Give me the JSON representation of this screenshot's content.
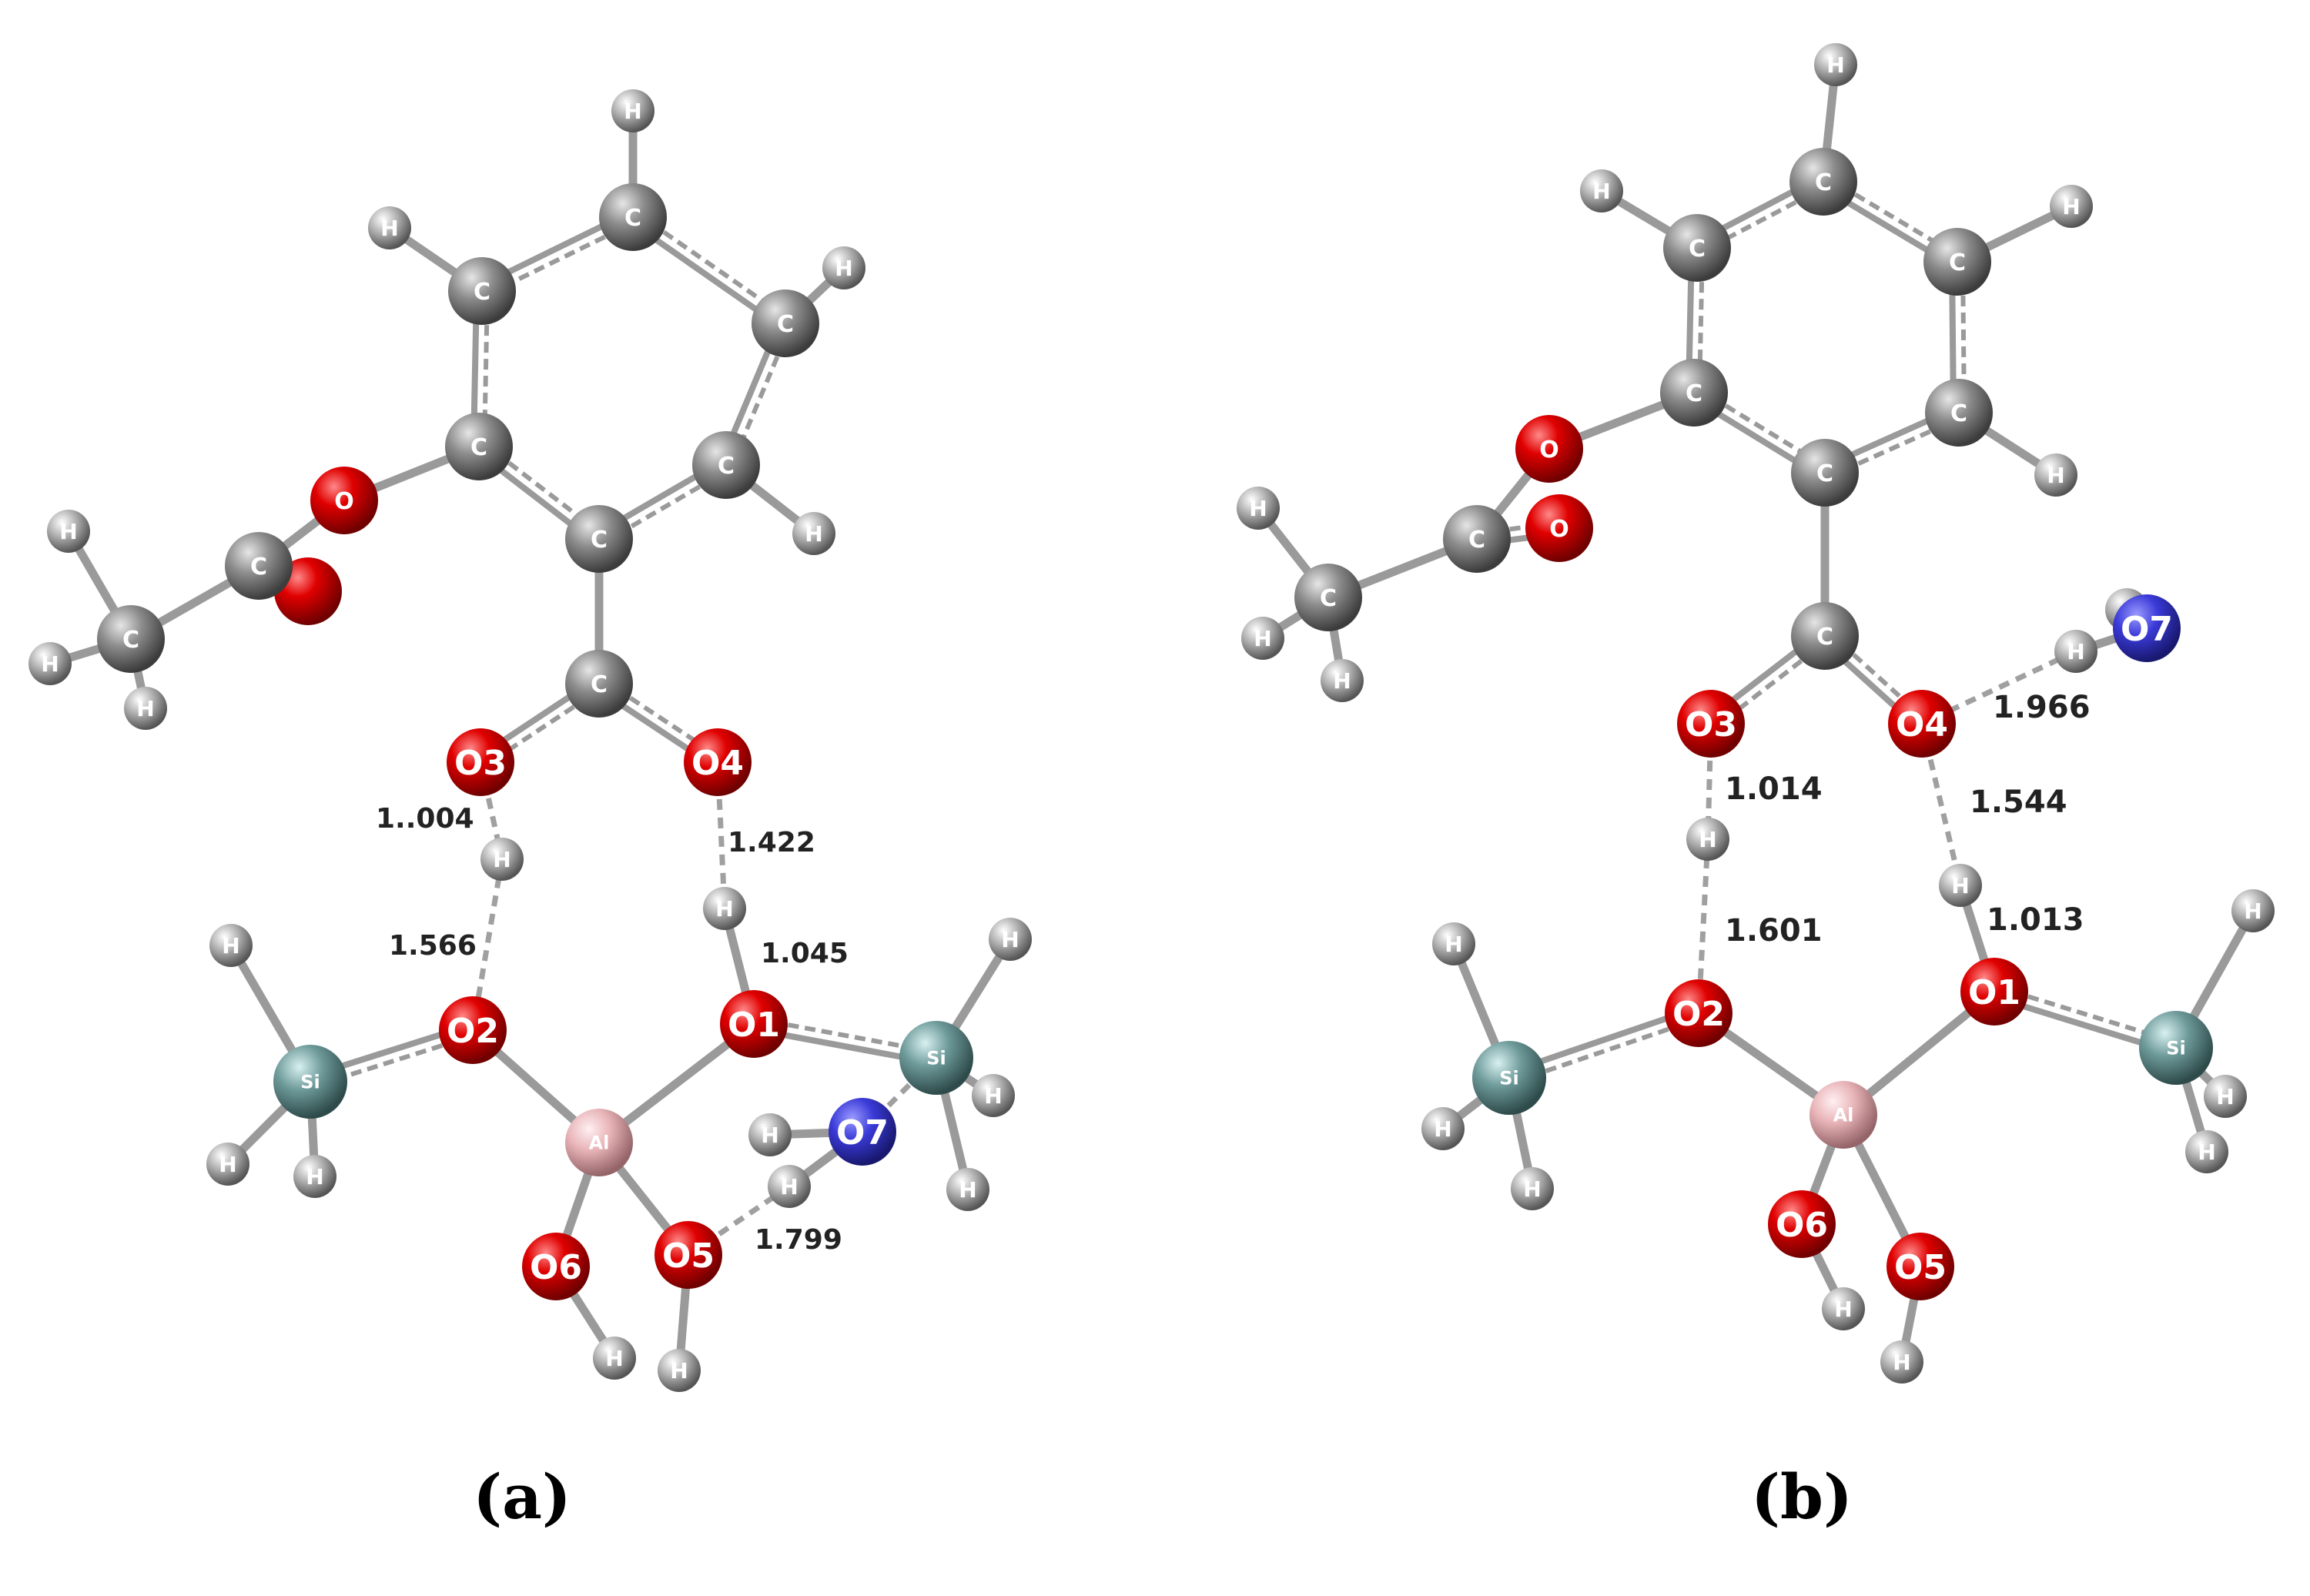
{
  "colors": {
    "background": "#ffffff",
    "carbon": "#8c8c8c",
    "hydrogen": "#c8c8c8",
    "oxygen": "#e00000",
    "oxygen_water": "#3a3ad8",
    "silicon": "#6e9a9a",
    "aluminum": "#e8b4b8",
    "bond": "#9a9a9a",
    "hbond": "#a0a0a0"
  },
  "panels": [
    {
      "id": "a",
      "label": "(a)",
      "atoms": [
        {
          "id": "c1",
          "el": "C",
          "label": "C"
        },
        {
          "id": "c2",
          "el": "C",
          "label": "C"
        },
        {
          "id": "c3",
          "el": "C",
          "label": "C"
        },
        {
          "id": "c4",
          "el": "C",
          "label": "C"
        },
        {
          "id": "c5",
          "el": "C",
          "label": "C"
        },
        {
          "id": "c6",
          "el": "C",
          "label": "C"
        },
        {
          "id": "c7",
          "el": "C",
          "label": "C"
        },
        {
          "id": "oe",
          "el": "O",
          "label": "O"
        },
        {
          "id": "ca",
          "el": "C",
          "label": "C"
        },
        {
          "id": "oc",
          "el": "O",
          "label": ""
        },
        {
          "id": "cm",
          "el": "C",
          "label": "C"
        },
        {
          "id": "hm1",
          "el": "H",
          "label": "H"
        },
        {
          "id": "hm2",
          "el": "H",
          "label": "H"
        },
        {
          "id": "hm3",
          "el": "H",
          "label": "H"
        },
        {
          "id": "h1",
          "el": "H",
          "label": "H"
        },
        {
          "id": "h2",
          "el": "H",
          "label": "H"
        },
        {
          "id": "h3",
          "el": "H",
          "label": "H"
        },
        {
          "id": "h4",
          "el": "H",
          "label": "H"
        },
        {
          "id": "o3",
          "el": "O",
          "label": "O3"
        },
        {
          "id": "o4",
          "el": "O",
          "label": "O4"
        },
        {
          "id": "ha",
          "el": "H",
          "label": "H"
        },
        {
          "id": "hb",
          "el": "H",
          "label": "H"
        },
        {
          "id": "o2",
          "el": "O",
          "label": "O2"
        },
        {
          "id": "o1",
          "el": "O",
          "label": "O1"
        },
        {
          "id": "al",
          "el": "Al",
          "label": "Al"
        },
        {
          "id": "si1",
          "el": "Si",
          "label": "Si"
        },
        {
          "id": "si2",
          "el": "Si",
          "label": "Si"
        },
        {
          "id": "hs1",
          "el": "H",
          "label": "H"
        },
        {
          "id": "hs2",
          "el": "H",
          "label": "H"
        },
        {
          "id": "hs3",
          "el": "H",
          "label": "H"
        },
        {
          "id": "hs4",
          "el": "H",
          "label": "H"
        },
        {
          "id": "hs5",
          "el": "H",
          "label": "H"
        },
        {
          "id": "hs6",
          "el": "H",
          "label": "H"
        },
        {
          "id": "o7",
          "el": "Ow",
          "label": "O7"
        },
        {
          "id": "hw1",
          "el": "H",
          "label": "H"
        },
        {
          "id": "hw2",
          "el": "H",
          "label": "H"
        },
        {
          "id": "o6",
          "el": "O",
          "label": "O6"
        },
        {
          "id": "o5",
          "el": "O",
          "label": "O5"
        },
        {
          "id": "h6",
          "el": "H",
          "label": "H"
        },
        {
          "id": "h5",
          "el": "H",
          "label": "H"
        }
      ],
      "distances": [
        "1..004",
        "1.566",
        "1.422",
        "1.045",
        "1.799"
      ]
    },
    {
      "id": "b",
      "label": "(b)",
      "atoms": [
        {
          "id": "c1",
          "el": "C",
          "label": "C"
        },
        {
          "id": "c2",
          "el": "C",
          "label": "C"
        },
        {
          "id": "c3",
          "el": "C",
          "label": "C"
        },
        {
          "id": "c4",
          "el": "C",
          "label": "C"
        },
        {
          "id": "c5",
          "el": "C",
          "label": "C"
        },
        {
          "id": "c6",
          "el": "C",
          "label": "C"
        },
        {
          "id": "c7",
          "el": "C",
          "label": "C"
        },
        {
          "id": "oe",
          "el": "O",
          "label": "O"
        },
        {
          "id": "oc",
          "el": "O",
          "label": "O"
        },
        {
          "id": "ca",
          "el": "C",
          "label": "C"
        },
        {
          "id": "cm",
          "el": "C",
          "label": "C"
        },
        {
          "id": "hm1",
          "el": "H",
          "label": "H"
        },
        {
          "id": "hm2",
          "el": "H",
          "label": "H"
        },
        {
          "id": "hm3",
          "el": "H",
          "label": "H"
        },
        {
          "id": "h1",
          "el": "H",
          "label": "H"
        },
        {
          "id": "h2",
          "el": "H",
          "label": "H"
        },
        {
          "id": "h3",
          "el": "H",
          "label": "H"
        },
        {
          "id": "h4",
          "el": "H",
          "label": "H"
        },
        {
          "id": "o3",
          "el": "O",
          "label": "O3"
        },
        {
          "id": "o4",
          "el": "O",
          "label": "O4"
        },
        {
          "id": "ha",
          "el": "H",
          "label": "H"
        },
        {
          "id": "hb",
          "el": "H",
          "label": "H"
        },
        {
          "id": "o2",
          "el": "O",
          "label": "O2"
        },
        {
          "id": "o1",
          "el": "O",
          "label": "O1"
        },
        {
          "id": "al",
          "el": "Al",
          "label": "Al"
        },
        {
          "id": "si1",
          "el": "Si",
          "label": "Si"
        },
        {
          "id": "si2",
          "el": "Si",
          "label": "Si"
        },
        {
          "id": "hs1",
          "el": "H",
          "label": "H"
        },
        {
          "id": "hs2",
          "el": "H",
          "label": "H"
        },
        {
          "id": "hs3",
          "el": "H",
          "label": "H"
        },
        {
          "id": "hs4",
          "el": "H",
          "label": "H"
        },
        {
          "id": "hs5",
          "el": "H",
          "label": "H"
        },
        {
          "id": "hs6",
          "el": "H",
          "label": "H"
        },
        {
          "id": "o7",
          "el": "Ow",
          "label": "O7"
        },
        {
          "id": "hw1",
          "el": "H",
          "label": "H"
        },
        {
          "id": "hw2",
          "el": "H",
          "label": ""
        },
        {
          "id": "o6",
          "el": "O",
          "label": "O6"
        },
        {
          "id": "o5",
          "el": "O",
          "label": "O5"
        },
        {
          "id": "h6",
          "el": "H",
          "label": "H"
        },
        {
          "id": "h5",
          "el": "H",
          "label": "H"
        }
      ],
      "distances": [
        "1.966",
        "1.014",
        "1.544",
        "1.601",
        "1.013"
      ]
    }
  ]
}
